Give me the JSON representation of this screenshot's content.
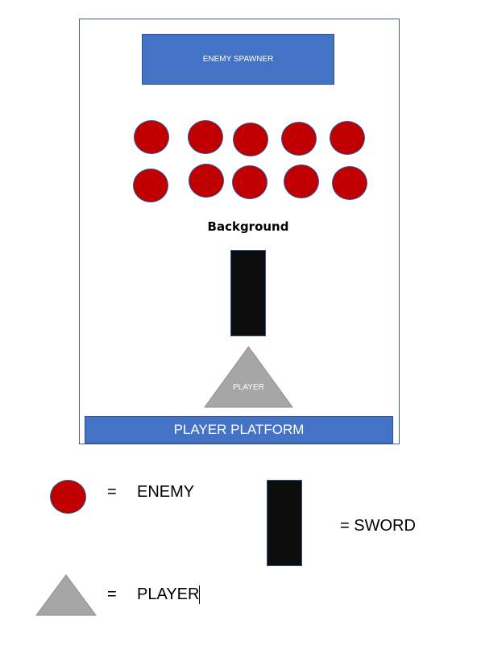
{
  "game": {
    "spawner_label": "ENEMY SPAWNER",
    "background_label": "Background",
    "player_label": "PLAYER",
    "platform_label": "PLAYER PLATFORM",
    "enemy_count": 10
  },
  "legend": {
    "enemy": "ENEMY",
    "sword": "= SWORD",
    "player": "PLAYER",
    "equals": "="
  },
  "colors": {
    "enemy": "#c00000",
    "sword": "#0d0d0d",
    "player": "#a6a6a6",
    "blue": "#4472c4"
  }
}
